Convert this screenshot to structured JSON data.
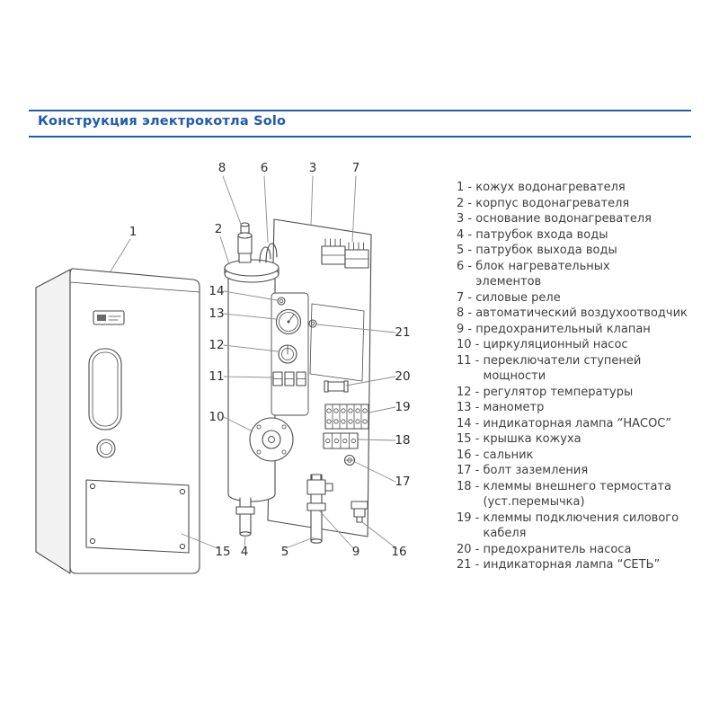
{
  "header": {
    "title": "Конструкция электрокотла Solo"
  },
  "colors": {
    "accent": "#1f5bad",
    "diagram_line": "#4a4a4a",
    "text": "#3f3f3f"
  },
  "legend": {
    "separator": " - ",
    "items": [
      {
        "num": "1",
        "text": "кожух водонагревателя"
      },
      {
        "num": "2",
        "text": "корпус водонагревателя"
      },
      {
        "num": "3",
        "text": "основание водонагревателя"
      },
      {
        "num": "4",
        "text": "патрубок входа воды"
      },
      {
        "num": "5",
        "text": "патрубок выхода воды"
      },
      {
        "num": "6",
        "text": "блок нагревательных\nэлементов"
      },
      {
        "num": "7",
        "text": "силовые реле"
      },
      {
        "num": "8",
        "text": "автоматический воздухоотводчик"
      },
      {
        "num": "9",
        "text": "предохранительный клапан"
      },
      {
        "num": "10",
        "text": "циркуляционный насос"
      },
      {
        "num": "11",
        "text": "переключатели ступеней\nмощности"
      },
      {
        "num": "12",
        "text": "регулятор температуры"
      },
      {
        "num": "13",
        "text": "манометр"
      },
      {
        "num": "14",
        "text": "индикаторная лампа “НАСОС”"
      },
      {
        "num": "15",
        "text": "крышка кожуха"
      },
      {
        "num": "16",
        "text": "сальник"
      },
      {
        "num": "17",
        "text": "болт заземления"
      },
      {
        "num": "18",
        "text": "клеммы внешнего термостата\n(уст.перемычка)"
      },
      {
        "num": "19",
        "text": "клеммы подключения силового\nкабеля"
      },
      {
        "num": "20",
        "text": "предохранитель насоса"
      },
      {
        "num": "21",
        "text": "индикаторная лампа “СЕТЬ”"
      }
    ]
  },
  "diagram": {
    "callouts": {
      "c1": "1",
      "c2": "2",
      "c3": "3",
      "c4": "4",
      "c5": "5",
      "c6": "6",
      "c7": "7",
      "c8": "8",
      "c9": "9",
      "c10": "10",
      "c11": "11",
      "c12": "12",
      "c13": "13",
      "c14": "14",
      "c15": "15",
      "c16": "16",
      "c17": "17",
      "c18": "18",
      "c19": "19",
      "c20": "20",
      "c21": "21"
    }
  }
}
